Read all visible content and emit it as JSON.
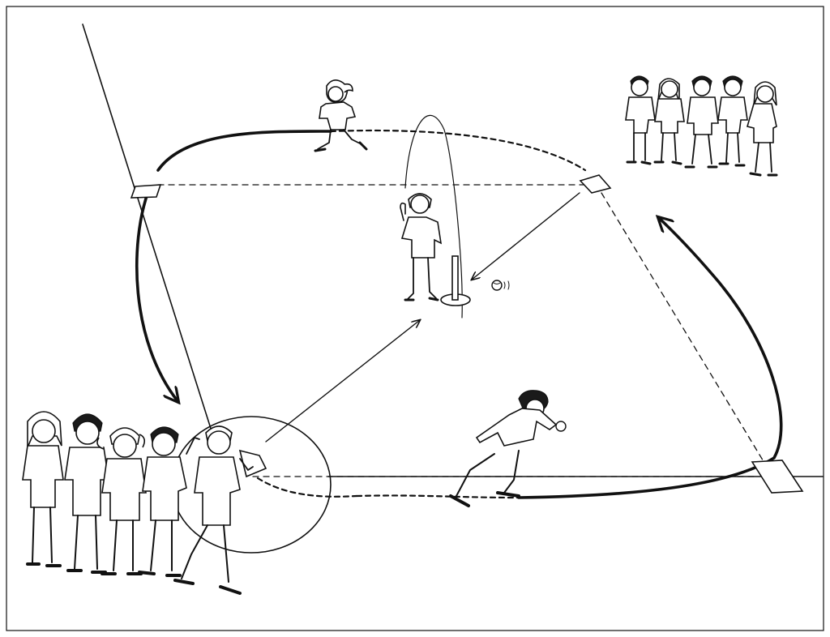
{
  "scene": {
    "description_free": true,
    "colors": {
      "ink": "#111111",
      "background": "#ffffff"
    },
    "bases": [
      {
        "name": "left-base"
      },
      {
        "name": "top-right-base"
      },
      {
        "name": "right-base"
      },
      {
        "name": "home-plate"
      }
    ],
    "equipment": [
      "batting-tee",
      "ball"
    ],
    "groups": [
      {
        "name": "waiting-team-group",
        "count": 5
      },
      {
        "name": "batting-queue-group",
        "count": 5
      }
    ],
    "single_figures": [
      "top-runner",
      "tee-fielder",
      "baserunner-sprinting"
    ]
  }
}
